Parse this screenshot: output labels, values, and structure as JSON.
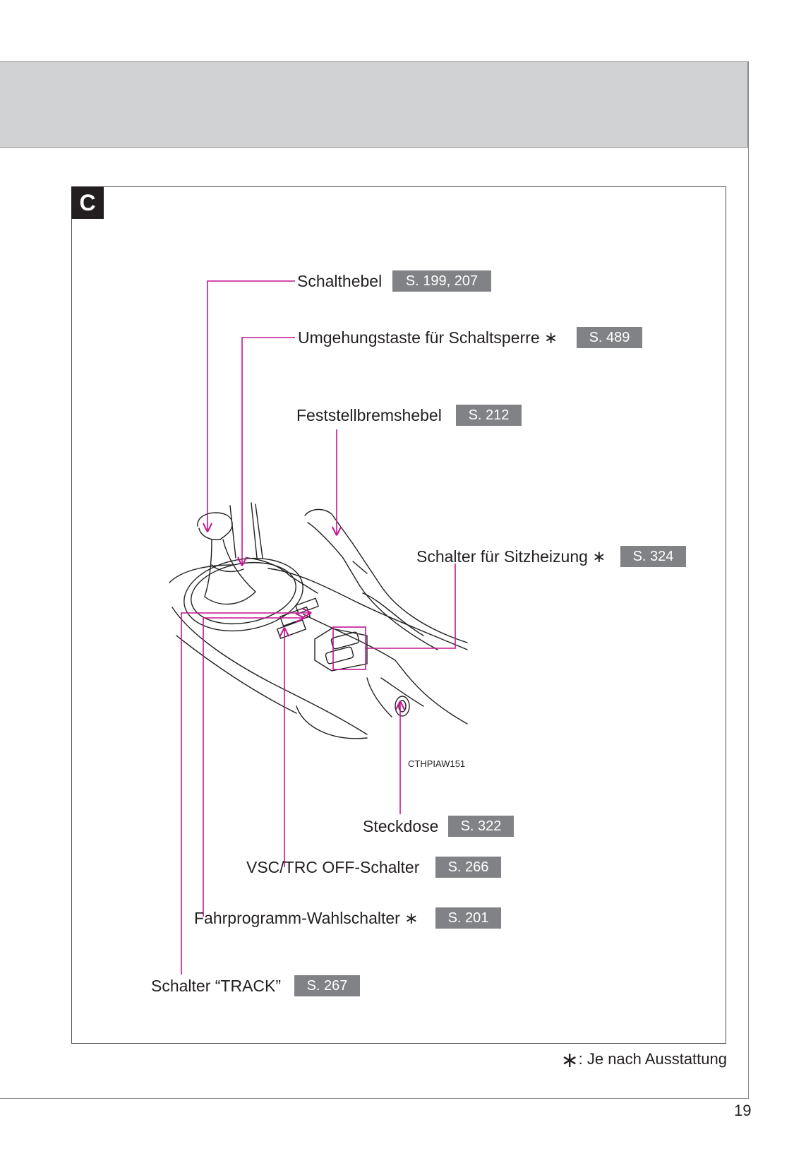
{
  "section": {
    "letter": "C"
  },
  "callouts": [
    {
      "id": "shift-lever",
      "label": "Schalthebel",
      "ref": "S. 199, 207",
      "optional": false
    },
    {
      "id": "shift-lock-override",
      "label": "Umgehungstaste für Schaltsperre",
      "ref": "S. 489",
      "optional": true
    },
    {
      "id": "parking-brake-lever",
      "label": "Feststellbremshebel",
      "ref": "S. 212",
      "optional": false
    },
    {
      "id": "seat-heater-switch",
      "label": "Schalter für Sitzheizung",
      "ref": "S. 324",
      "optional": true
    },
    {
      "id": "power-outlet",
      "label": "Steckdose",
      "ref": "S. 322",
      "optional": false
    },
    {
      "id": "vsc-trc-off-switch",
      "label": "VSC/TRC OFF-Schalter",
      "ref": "S. 266",
      "optional": false
    },
    {
      "id": "drive-mode-switch",
      "label": "Fahrprogramm-Wahlschalter",
      "ref": "S. 201",
      "optional": true
    },
    {
      "id": "track-switch",
      "label": "Schalter “TRACK”",
      "ref": "S. 267",
      "optional": false
    }
  ],
  "asterisk_symbol": "∗",
  "illustration": {
    "code": "CTHPIAW151"
  },
  "footnote": {
    "symbol": "∗",
    "text": ": Je nach Ausstattung"
  },
  "page": {
    "number": "19"
  },
  "colors": {
    "leader": "#c4158f",
    "ref_bg": "#808285",
    "band": "#d1d2d4",
    "badge": "#231f20"
  }
}
